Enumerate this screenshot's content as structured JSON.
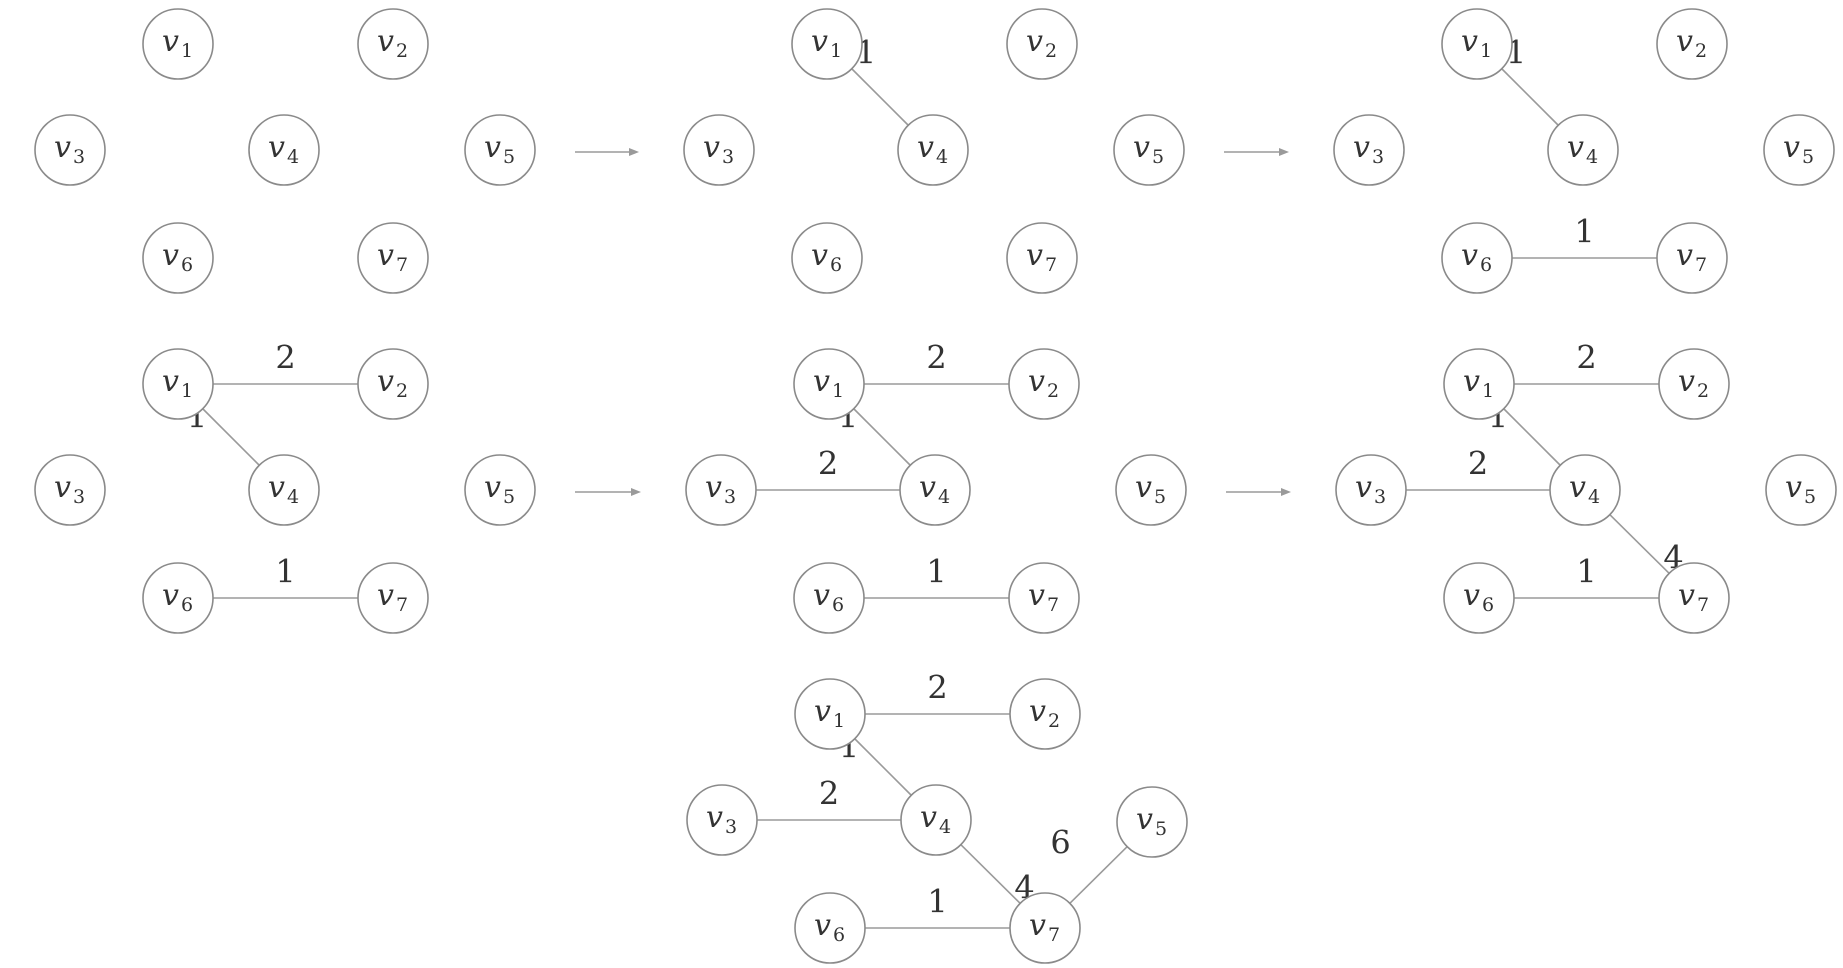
{
  "diagram": {
    "vertex_letter": "v",
    "vertices": [
      "1",
      "2",
      "3",
      "4",
      "5",
      "6",
      "7"
    ],
    "panels": [
      {
        "id": "step-1",
        "edges": []
      },
      {
        "id": "step-2",
        "edges": [
          {
            "from": "1",
            "to": "4",
            "weight": "1"
          }
        ]
      },
      {
        "id": "step-3",
        "edges": [
          {
            "from": "1",
            "to": "4",
            "weight": "1"
          },
          {
            "from": "6",
            "to": "7",
            "weight": "1"
          }
        ]
      },
      {
        "id": "step-4",
        "edges": [
          {
            "from": "1",
            "to": "2",
            "weight": "2"
          },
          {
            "from": "1",
            "to": "4",
            "weight": "1"
          },
          {
            "from": "6",
            "to": "7",
            "weight": "1"
          }
        ]
      },
      {
        "id": "step-5",
        "edges": [
          {
            "from": "1",
            "to": "2",
            "weight": "2"
          },
          {
            "from": "1",
            "to": "4",
            "weight": "1"
          },
          {
            "from": "3",
            "to": "4",
            "weight": "2"
          },
          {
            "from": "6",
            "to": "7",
            "weight": "1"
          }
        ]
      },
      {
        "id": "step-6",
        "edges": [
          {
            "from": "1",
            "to": "2",
            "weight": "2"
          },
          {
            "from": "1",
            "to": "4",
            "weight": "1"
          },
          {
            "from": "3",
            "to": "4",
            "weight": "2"
          },
          {
            "from": "4",
            "to": "7",
            "weight": "4"
          },
          {
            "from": "6",
            "to": "7",
            "weight": "1"
          }
        ]
      },
      {
        "id": "step-7",
        "edges": [
          {
            "from": "1",
            "to": "2",
            "weight": "2"
          },
          {
            "from": "1",
            "to": "4",
            "weight": "1"
          },
          {
            "from": "3",
            "to": "4",
            "weight": "2"
          },
          {
            "from": "4",
            "to": "7",
            "weight": "4"
          },
          {
            "from": "5",
            "to": "7",
            "weight": "6"
          },
          {
            "from": "6",
            "to": "7",
            "weight": "1"
          }
        ]
      }
    ],
    "arrows": [
      {
        "from": "step-1",
        "to": "step-2"
      },
      {
        "from": "step-2",
        "to": "step-3"
      },
      {
        "from": "step-4",
        "to": "step-5"
      },
      {
        "from": "step-5",
        "to": "step-6"
      }
    ]
  }
}
